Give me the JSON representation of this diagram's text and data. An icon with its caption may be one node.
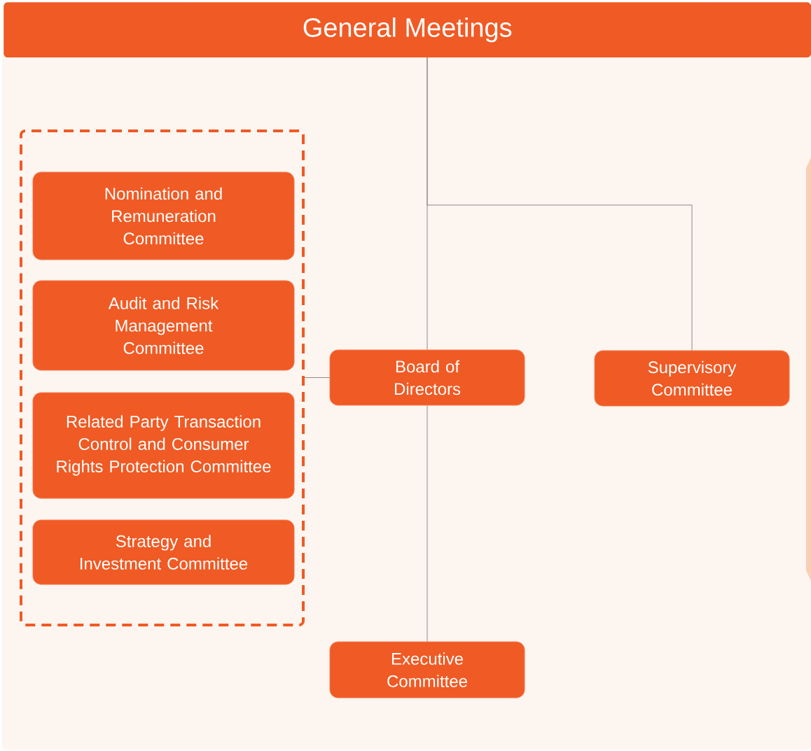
{
  "diagram": {
    "title": "General Meetings",
    "nodes": [
      {
        "text": [],
        "shape": "box"
      },
      {
        "text": [
          "Nomination and Remuneration Committee"
        ],
        "in": 0
      },
      {
        "text": [
          "Audit and Risk Management Committee"
        ],
        "in": 0
      },
      {
        "text": [
          "Related Party Transaction Control and Consumer Rights Protection Committee"
        ],
        "in": 0
      },
      {
        "text": [
          "Strategy and Investment Committee"
        ],
        "in": 0
      },
      {
        "text": [
          "Board of Directors"
        ]
      },
      {
        "text": [
          "Supervisory Committee"
        ]
      },
      {
        "text": [
          "Executive Committee"
        ]
      }
    ],
    "edges": [
      {
        "from": null,
        "to": 5,
        "arrow": "none"
      },
      {
        "from": null,
        "to": 6,
        "arrow": "none"
      },
      {
        "from": 5,
        "to": 0,
        "arrow": "none"
      },
      {
        "from": 5,
        "to": 7,
        "arrow": "none"
      }
    ]
  }
}
